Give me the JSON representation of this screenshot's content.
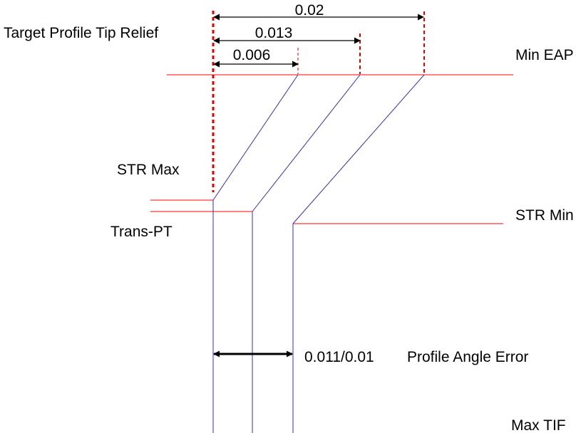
{
  "labels": {
    "target_profile": "Target Profile Tip Relief",
    "min_eap": "Min EAP",
    "str_max": "STR Max",
    "trans_pt": "Trans-PT",
    "str_min": "STR Min",
    "max_tif": "Max TIF",
    "profile_angle_error": "Profile Angle Error"
  },
  "dimensions": {
    "tip_0_02": "0.02",
    "tip_0_013": "0.013",
    "tip_0_006": "0.006",
    "angle_error": "0.011/0.01"
  },
  "colors": {
    "red_line": "#ff0000",
    "dashed_red": "#e00000",
    "profile_blue": "#3333aa",
    "arrow_black": "#000000"
  }
}
